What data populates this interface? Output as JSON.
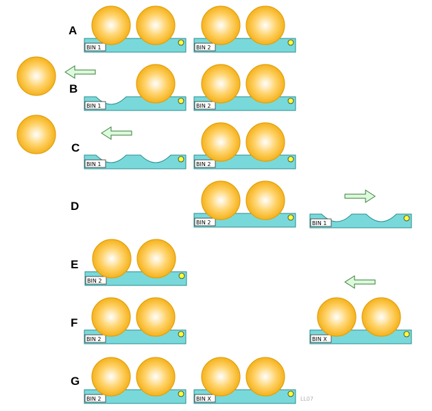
{
  "colors": {
    "tray": "#79d9da",
    "tray_stroke": "#2a8c8f",
    "ball_center": "#ffffff",
    "ball_mid": "#ffd36b",
    "ball_edge": "#f5b21c",
    "ball_stroke": "#e0a010",
    "arrow_fill": "#dcfadc",
    "arrow_stroke": "#3a7a3a",
    "indicator": "#ffff33"
  },
  "rows": [
    {
      "label": "A"
    },
    {
      "label": "B"
    },
    {
      "label": "C"
    },
    {
      "label": "D"
    },
    {
      "label": "E"
    },
    {
      "label": "F"
    },
    {
      "label": "G"
    }
  ],
  "bins": [
    {
      "id": "a1",
      "label": "BIN 1",
      "filled": [
        true,
        true
      ]
    },
    {
      "id": "a2",
      "label": "BIN 2",
      "filled": [
        true,
        true
      ]
    },
    {
      "id": "b1",
      "label": "BIN 1",
      "filled": [
        false,
        true
      ]
    },
    {
      "id": "b2",
      "label": "BIN 2",
      "filled": [
        true,
        true
      ]
    },
    {
      "id": "c1",
      "label": "BIN 1",
      "filled": [
        false,
        false
      ]
    },
    {
      "id": "c2",
      "label": "BIN 2",
      "filled": [
        true,
        true
      ]
    },
    {
      "id": "d2",
      "label": "BIN 2",
      "filled": [
        true,
        true
      ]
    },
    {
      "id": "d1",
      "label": "BIN 1",
      "filled": [
        false,
        false
      ]
    },
    {
      "id": "e2",
      "label": "BIN 2",
      "filled": [
        true,
        true
      ]
    },
    {
      "id": "f2",
      "label": "BIN 2",
      "filled": [
        true,
        true
      ]
    },
    {
      "id": "fx",
      "label": "BIN X",
      "filled": [
        true,
        true
      ]
    },
    {
      "id": "g2",
      "label": "BIN 2",
      "filled": [
        true,
        true
      ]
    },
    {
      "id": "gx",
      "label": "BIN X",
      "filled": [
        true,
        true
      ]
    }
  ],
  "arrows": [
    {
      "id": "arrow-b",
      "direction": "left"
    },
    {
      "id": "arrow-c",
      "direction": "left"
    },
    {
      "id": "arrow-d",
      "direction": "right"
    },
    {
      "id": "arrow-f",
      "direction": "left"
    }
  ],
  "loose_balls": [
    {
      "id": "removed-ball-1"
    },
    {
      "id": "removed-ball-2"
    }
  ],
  "credit": "LL07"
}
